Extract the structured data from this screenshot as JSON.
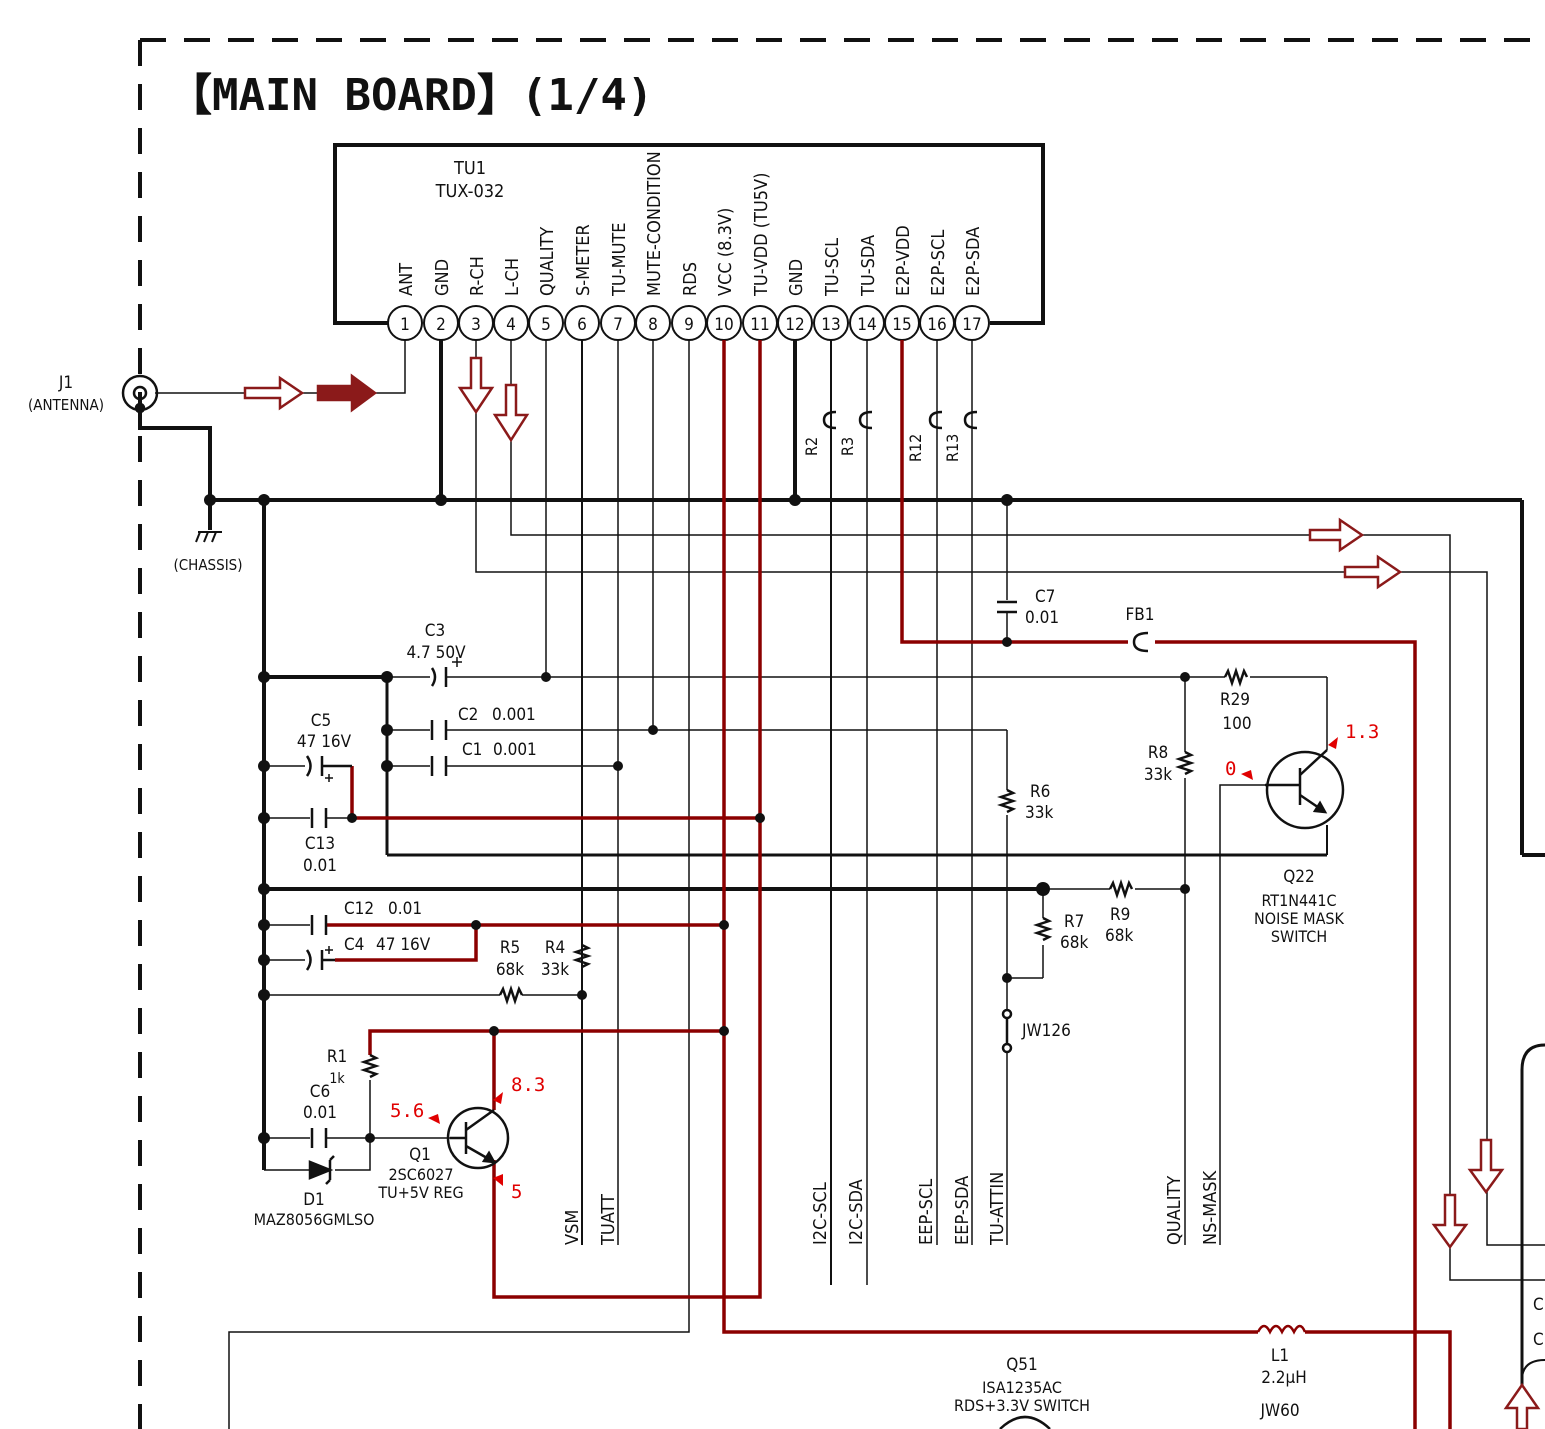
{
  "title": "【MAIN BOARD】(1/4)",
  "tuner": {
    "ref": "TU1",
    "part": "TUX-032",
    "pins": [
      {
        "num": "1",
        "name": "ANT"
      },
      {
        "num": "2",
        "name": "GND"
      },
      {
        "num": "3",
        "name": "R-CH"
      },
      {
        "num": "4",
        "name": "L-CH"
      },
      {
        "num": "5",
        "name": "QUALITY"
      },
      {
        "num": "6",
        "name": "S-METER"
      },
      {
        "num": "7",
        "name": "TU-MUTE"
      },
      {
        "num": "8",
        "name": "MUTE-CONDITION"
      },
      {
        "num": "9",
        "name": "RDS"
      },
      {
        "num": "10",
        "name": "VCC (8.3V)"
      },
      {
        "num": "11",
        "name": "TU-VDD (TU5V)"
      },
      {
        "num": "12",
        "name": "GND"
      },
      {
        "num": "13",
        "name": "TU-SCL"
      },
      {
        "num": "14",
        "name": "TU-SDA"
      },
      {
        "num": "15",
        "name": "E2P-VDD"
      },
      {
        "num": "16",
        "name": "E2P-SCL"
      },
      {
        "num": "17",
        "name": "E2P-SDA"
      }
    ]
  },
  "connectors": {
    "j1_ref": "J1",
    "j1_name": "(ANTENNA)",
    "chassis": "(CHASSIS)"
  },
  "components": {
    "c3": {
      "ref": "C3",
      "value": "4.7 50V"
    },
    "c2": {
      "ref": "C2",
      "value": "0.001"
    },
    "c1": {
      "ref": "C1",
      "value": "0.001"
    },
    "c5": {
      "ref": "C5",
      "value": "47 16V"
    },
    "c13": {
      "ref": "C13",
      "value": "0.01"
    },
    "c12": {
      "ref": "C12",
      "value": "0.01"
    },
    "c4": {
      "ref": "C4",
      "value": "47 16V"
    },
    "c6": {
      "ref": "C6",
      "value": "0.01"
    },
    "c7": {
      "ref": "C7",
      "value": "0.01"
    },
    "r1": {
      "ref": "R1",
      "value": "1k"
    },
    "r2": {
      "ref": "R2"
    },
    "r3": {
      "ref": "R3"
    },
    "r12": {
      "ref": "R12"
    },
    "r13": {
      "ref": "R13"
    },
    "r4": {
      "ref": "R4",
      "value": "33k"
    },
    "r5": {
      "ref": "R5",
      "value": "68k"
    },
    "r6": {
      "ref": "R6",
      "value": "33k"
    },
    "r7": {
      "ref": "R7",
      "value": "68k"
    },
    "r8": {
      "ref": "R8",
      "value": "33k"
    },
    "r9": {
      "ref": "R9",
      "value": "68k"
    },
    "r29": {
      "ref": "R29",
      "value": "100"
    },
    "fb1": {
      "ref": "FB1"
    },
    "jw126": {
      "ref": "JW126"
    },
    "l1": {
      "ref": "L1",
      "value": "2.2μH"
    },
    "jw60": {
      "ref": "JW60"
    },
    "d1": {
      "ref": "D1",
      "part": "MAZ8056GMLSO"
    },
    "q1": {
      "ref": "Q1",
      "part": "2SC6027",
      "desc": "TU+5V REG"
    },
    "q22": {
      "ref": "Q22",
      "part": "RT1N441C",
      "desc1": "NOISE MASK",
      "desc2": "SWITCH"
    },
    "q51": {
      "ref": "Q51",
      "part": "ISA1235AC",
      "desc": "RDS+3.3V SWITCH"
    }
  },
  "voltages": {
    "q1_b": "5.6",
    "q1_c": "8.3",
    "q1_e": "5",
    "q22_b": "0",
    "q22_c": "1.3"
  },
  "bus_labels": [
    "VSM",
    "TUATT",
    "I2C-SCL",
    "I2C-SDA",
    "EEP-SCL",
    "EEP-SDA",
    "TU-ATTIN",
    "QUALITY",
    "NS-MASK"
  ],
  "edge_labels": [
    "C",
    "C"
  ],
  "colors": {
    "wire": "#111111",
    "power_rail": "#8b0000",
    "voltage_marker": "#e00000",
    "signal_arrow": "#8b1a1a"
  }
}
